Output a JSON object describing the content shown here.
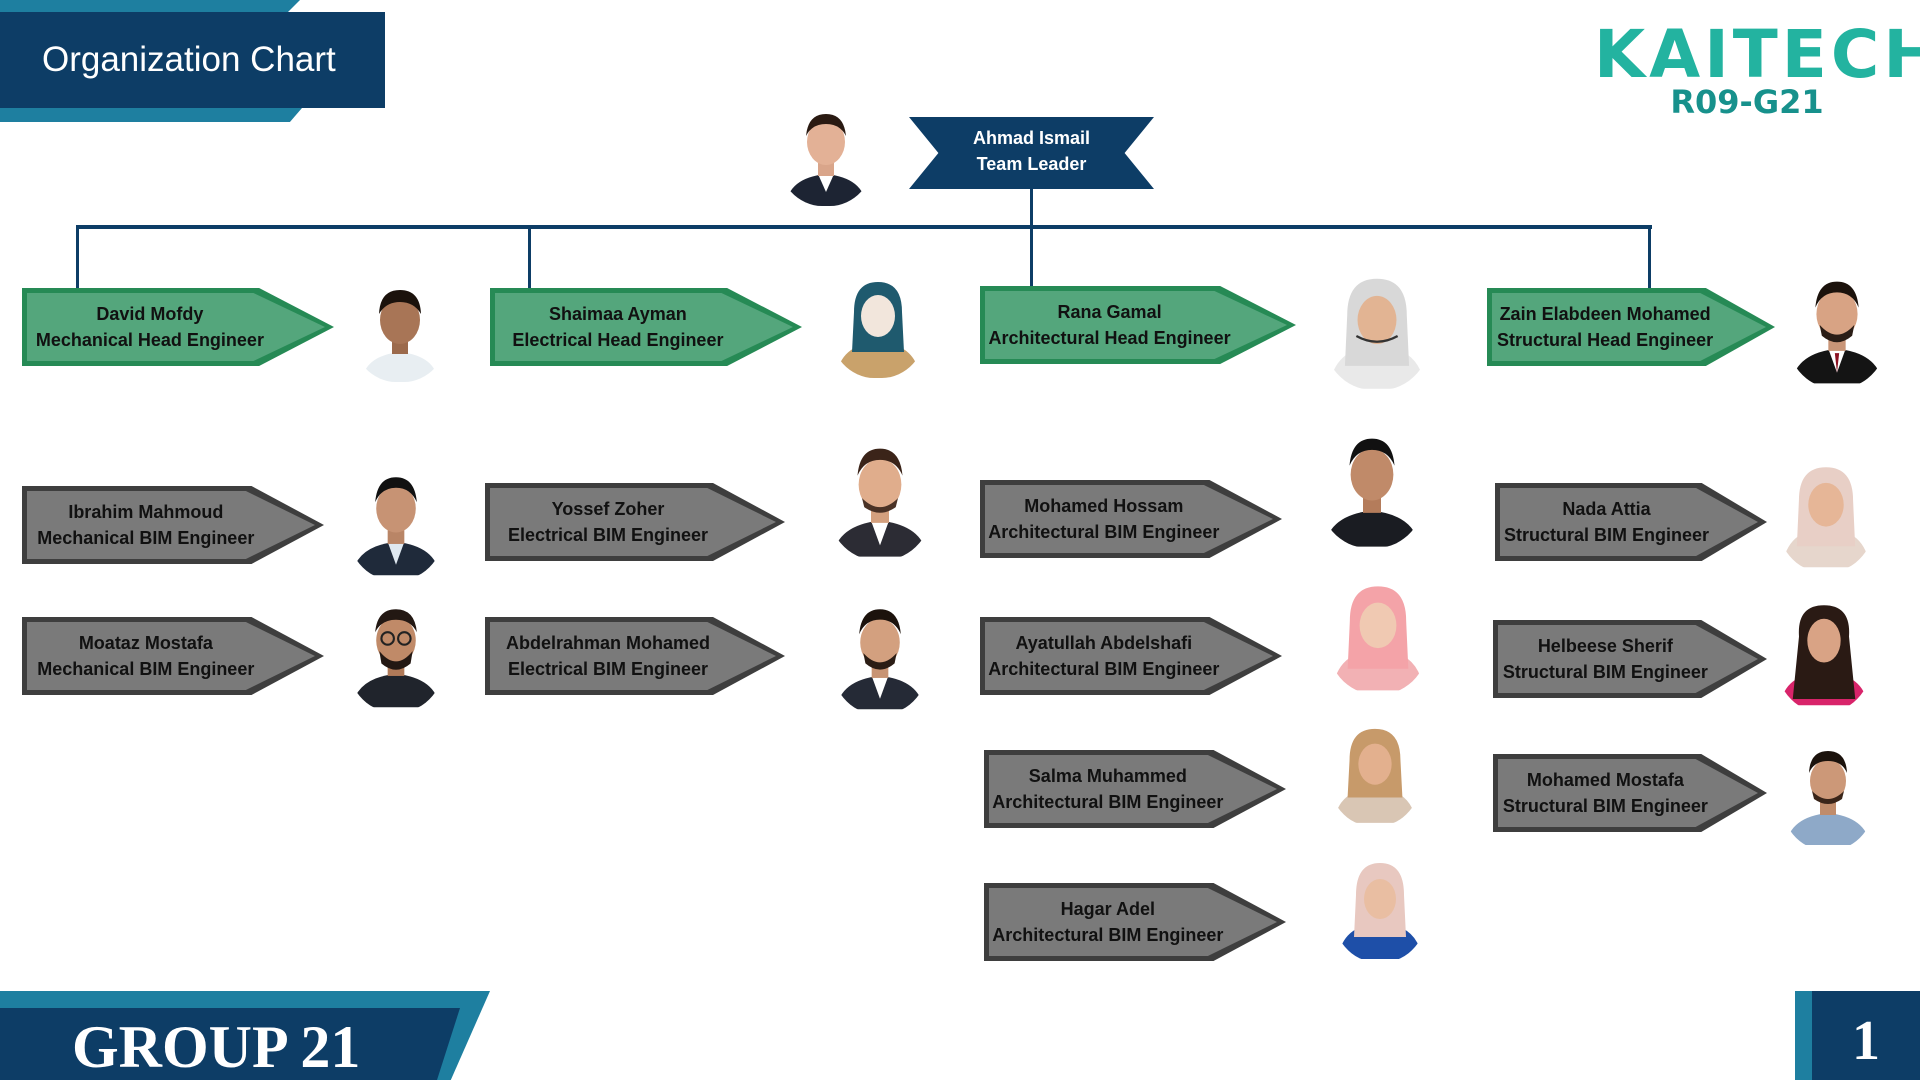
{
  "header": {
    "title": "Organization Chart"
  },
  "logo": {
    "wordmark": "KAITECH",
    "code": "R09-G21",
    "color": "#23b3a0"
  },
  "colors": {
    "navy": "#0d3d66",
    "teal": "#1e7fa0",
    "head_green": "#54a67c",
    "member_gray": "#7a7a7a"
  },
  "leader": {
    "name": "Ahmad Ismail",
    "role": "Team Leader"
  },
  "heads": [
    {
      "name": "David Mofdy",
      "role": "Mechanical  Head Engineer"
    },
    {
      "name": "Shaimaa Ayman",
      "role": "Electrical Head Engineer"
    },
    {
      "name": "Rana Gamal",
      "role": "Architectural Head Engineer"
    },
    {
      "name": "Zain Elabdeen Mohamed",
      "role": "Structural Head Engineer"
    }
  ],
  "members": {
    "mechanical": [
      {
        "name": "Ibrahim Mahmoud",
        "role": "Mechanical BIM Engineer"
      },
      {
        "name": "Moataz Mostafa",
        "role": "Mechanical BIM Engineer"
      }
    ],
    "electrical": [
      {
        "name": "Yossef Zoher",
        "role": "Electrical BIM Engineer"
      },
      {
        "name": "Abdelrahman Mohamed",
        "role": "Electrical BIM Engineer"
      }
    ],
    "architectural": [
      {
        "name": "Mohamed Hossam",
        "role": "Architectural BIM Engineer"
      },
      {
        "name": "Ayatullah Abdelshafi",
        "role": "Architectural BIM Engineer"
      },
      {
        "name": "Salma Muhammed",
        "role": "Architectural BIM Engineer"
      },
      {
        "name": "Hagar Adel",
        "role": "Architectural BIM Engineer"
      }
    ],
    "structural": [
      {
        "name": "Nada Attia",
        "role": "Structural BIM Engineer"
      },
      {
        "name": "Helbeese Sherif",
        "role": "Structural BIM Engineer"
      },
      {
        "name": "Mohamed Mostafa",
        "role": "Structural BIM Engineer"
      }
    ]
  },
  "footer": {
    "group_label": "GROUP 21",
    "page_number": "1"
  }
}
